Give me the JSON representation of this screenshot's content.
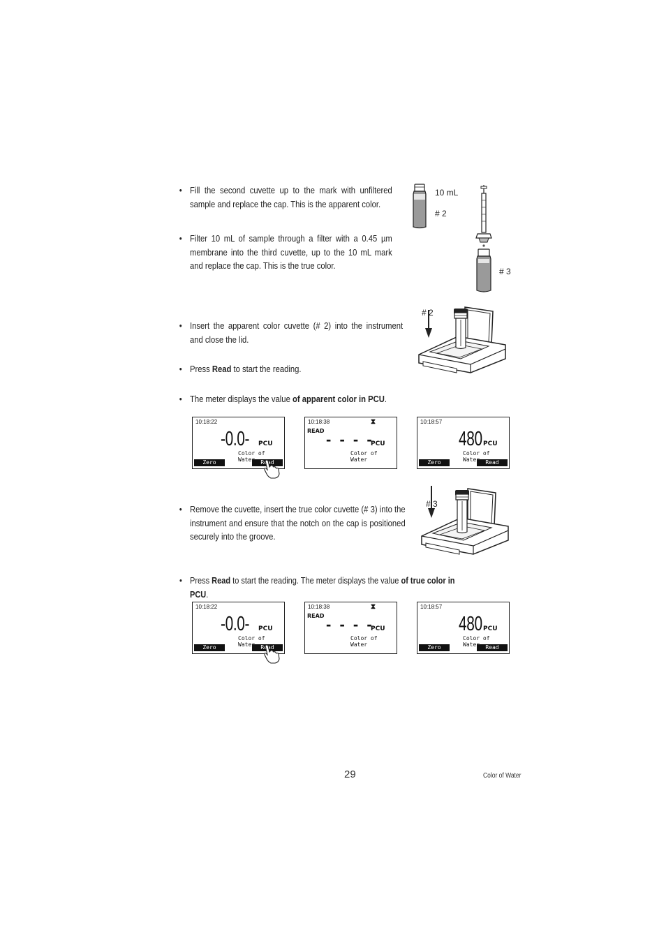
{
  "steps": [
    {
      "bullet": "•",
      "text": "Fill the second cuvette up to the mark with unfiltered sample and replace the cap. This is the apparent color."
    },
    {
      "bullet": "•",
      "text_pre": "Filter 10 mL of sample through a filter with a 0.45 ",
      "mu": "µ",
      "text_post": "m membrane into the third cuvette, up to the 10 mL mark and replace the cap. This is the true color."
    },
    {
      "bullet": "•",
      "text": "Insert the apparent color cuvette (# 2) into the instrument and close the lid."
    },
    {
      "bullet": "•",
      "pre": "Press ",
      "key": "Read",
      "post": " to start the reading."
    },
    {
      "bullet": "•",
      "pre": "The meter displays the value ",
      "bold": "of apparent color in PCU",
      "post": "."
    },
    {
      "bullet": "•",
      "text": "Remove the cuvette, insert the true color cuvette (# 3) into the instrument and ensure that the notch on the cap is positioned securely into the groove."
    },
    {
      "bullet": "•",
      "pre": "Press ",
      "key": "Read",
      "mid": " to start the reading. The meter displays the value ",
      "bold": "of true color in PCU",
      "post": "."
    }
  ],
  "figure_labels": {
    "volume": "10 mL",
    "cuvette2": "# 2",
    "cuvette3": "# 3",
    "insert2": "# 2",
    "insert3": "# 3"
  },
  "displays_row1": [
    {
      "time": "10:18:22",
      "mode": "",
      "value": "-0.0-",
      "unit": "PCU",
      "param": "Color of Water",
      "key_left": "Zero",
      "key_right": "Read",
      "hourglass": ""
    },
    {
      "time": "10:18:38",
      "mode": "READ",
      "value": "- - - -",
      "unit": "PCU",
      "param": "Color of Water",
      "key_left": "",
      "key_right": "",
      "hourglass": "⧗"
    },
    {
      "time": "10:18:57",
      "mode": "",
      "value": "480",
      "unit": "PCU",
      "param": "Color of Water",
      "key_left": "Zero",
      "key_right": "Read",
      "hourglass": ""
    }
  ],
  "displays_row2": [
    {
      "time": "10:18:22",
      "mode": "",
      "value": "-0.0-",
      "unit": "PCU",
      "param": "Color of Water",
      "key_left": "Zero",
      "key_right": "Read",
      "hourglass": ""
    },
    {
      "time": "10:18:38",
      "mode": "READ",
      "value": "- - - -",
      "unit": "PCU",
      "param": "Color of Water",
      "key_left": "",
      "key_right": "",
      "hourglass": "⧗"
    },
    {
      "time": "10:18:57",
      "mode": "",
      "value": "480",
      "unit": "PCU",
      "param": "Color of Water",
      "key_left": "Zero",
      "key_right": "Read",
      "hourglass": ""
    }
  ],
  "footer": {
    "page_number": "29",
    "section_title": "Color of Water"
  }
}
